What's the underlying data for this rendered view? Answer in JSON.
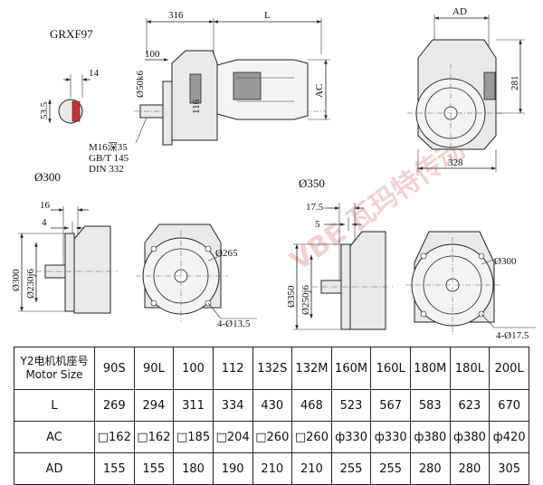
{
  "model": "GRXF97",
  "top": {
    "dim_316": "316",
    "dim_L": "L",
    "dim_100": "100",
    "dim_116": "116",
    "dim_shaft_dia": "Ø50k6",
    "dim_AC": "AC",
    "dim_AD": "AD",
    "dim_281": "281",
    "dim_328": "328",
    "key_14": "14",
    "key_53_5": "53.5",
    "note_lines": [
      "M16深35",
      "GB/T 145",
      "DIN 332"
    ]
  },
  "flange300": {
    "label": "Ø300",
    "dim_16": "16",
    "dim_4": "4",
    "dim_300": "Ø300",
    "dim_230": "Ø230j6",
    "dim_265": "Ø265",
    "dim_holes": "4-Ø13.5"
  },
  "flange350": {
    "label": "Ø350",
    "dim_17_5": "17.5",
    "dim_5": "5",
    "dim_350": "Ø350",
    "dim_250": "Ø250j6",
    "dim_300": "Ø300",
    "dim_holes": "4-Ø17.5"
  },
  "watermark": "VBE 瓦玛特传动",
  "table": {
    "header_label": [
      "Y2电机机座号",
      "Motor Size"
    ],
    "columns": [
      "90S",
      "90L",
      "100",
      "112",
      "132S",
      "132M",
      "160M",
      "160L",
      "180M",
      "180L",
      "200L"
    ],
    "rows": [
      {
        "label": "L",
        "values": [
          "269",
          "294",
          "311",
          "334",
          "430",
          "468",
          "523",
          "567",
          "583",
          "623",
          "670"
        ]
      },
      {
        "label": "AC",
        "values": [
          "□162",
          "□162",
          "□185",
          "□204",
          "□260",
          "□260",
          "ф330",
          "ф330",
          "ф380",
          "ф380",
          "ф420"
        ]
      },
      {
        "label": "AD",
        "values": [
          "155",
          "155",
          "180",
          "190",
          "210",
          "210",
          "255",
          "255",
          "280",
          "280",
          "305"
        ]
      }
    ]
  }
}
